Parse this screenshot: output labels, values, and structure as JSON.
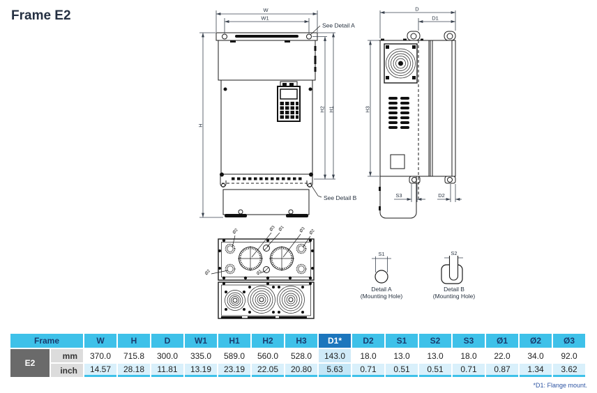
{
  "page": {
    "title": "Frame E2",
    "footnote": "*D1: Flange mount."
  },
  "drawing": {
    "front": {
      "w": "W",
      "w1": "W1",
      "h": "H",
      "h1": "H1",
      "h2": "H2",
      "see_a": "See Detail A",
      "see_b": "See Detail B"
    },
    "side": {
      "d": "D",
      "d1": "D1",
      "h3": "H3",
      "s3": "S3",
      "d2": "D2"
    },
    "bottom": {
      "labels": [
        "Ø2",
        "Ø3",
        "Ø1",
        "Ø3",
        "Ø2",
        "Ø2",
        "Ø1"
      ]
    },
    "detail_a": {
      "dim": "S1",
      "title": "Detail A",
      "sub": "(Mounting Hole)"
    },
    "detail_b": {
      "dim": "S2",
      "title": "Detail B",
      "sub": "(Mounting Hole)"
    }
  },
  "table": {
    "frame_header": "Frame",
    "row_label": "E2",
    "columns": [
      "W",
      "H",
      "D",
      "W1",
      "H1",
      "H2",
      "H3",
      "D1*",
      "D2",
      "S1",
      "S2",
      "S3",
      "Ø1",
      "Ø2",
      "Ø3"
    ],
    "rows": [
      {
        "unit": "mm",
        "values": [
          "370.0",
          "715.8",
          "300.0",
          "335.0",
          "589.0",
          "560.0",
          "528.0",
          "143.0",
          "18.0",
          "13.0",
          "13.0",
          "18.0",
          "22.0",
          "34.0",
          "92.0"
        ]
      },
      {
        "unit": "inch",
        "values": [
          "14.57",
          "28.18",
          "11.81",
          "13.19",
          "23.19",
          "22.05",
          "20.80",
          "5.63",
          "0.71",
          "0.51",
          "0.51",
          "0.71",
          "0.87",
          "1.34",
          "3.62"
        ]
      }
    ],
    "colors": {
      "header_bg": "#3EC1E9",
      "highlight_bg": "#1C76BD",
      "alt_row_bg": "#D9F0FB",
      "frame_bg": "#6A6A6A"
    }
  }
}
